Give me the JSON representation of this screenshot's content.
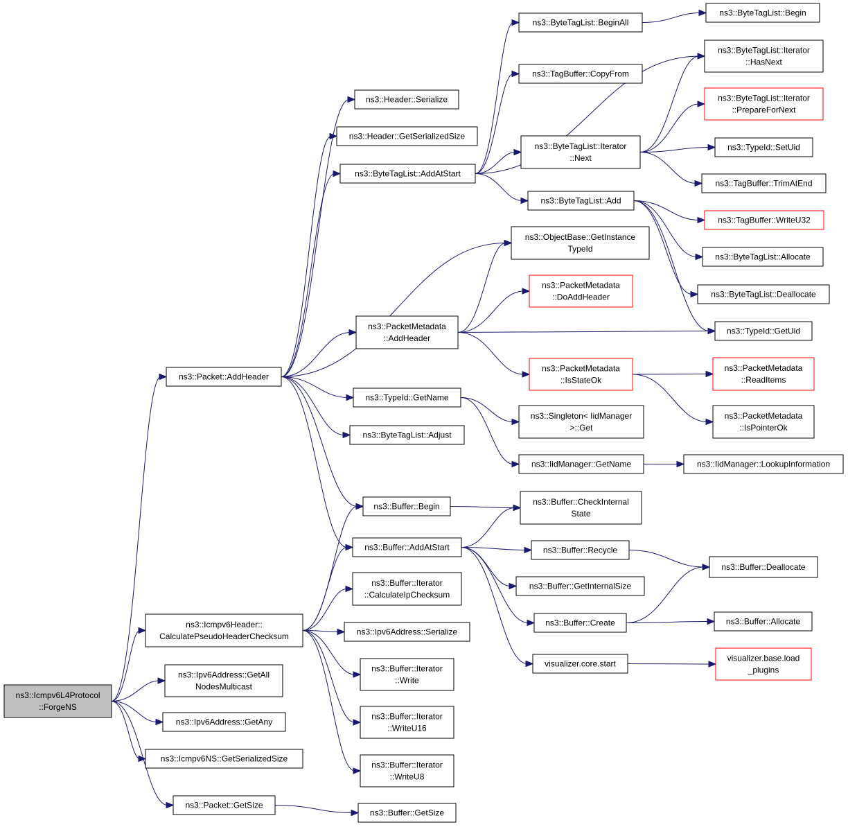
{
  "nodes": [
    {
      "id": "forge",
      "lines": [
        "ns3::Icmpv6L4Protocol",
        "::ForgeNS"
      ],
      "style": "root"
    },
    {
      "id": "addHeader",
      "lines": [
        "ns3::Packet::AddHeader"
      ],
      "style": "normal"
    },
    {
      "id": "calcPseudo",
      "lines": [
        "ns3::Icmpv6Header::",
        "CalculatePseudoHeaderChecksum"
      ],
      "style": "normal"
    },
    {
      "id": "allNodes",
      "lines": [
        "ns3::Ipv6Address::GetAll",
        "NodesMulticast"
      ],
      "style": "normal"
    },
    {
      "id": "getAny",
      "lines": [
        "ns3::Ipv6Address::GetAny"
      ],
      "style": "normal"
    },
    {
      "id": "nsSerSize",
      "lines": [
        "ns3::Icmpv6NS::GetSerializedSize"
      ],
      "style": "normal"
    },
    {
      "id": "pktSize",
      "lines": [
        "ns3::Packet::GetSize"
      ],
      "style": "normal"
    },
    {
      "id": "hdrSerialize",
      "lines": [
        "ns3::Header::Serialize"
      ],
      "style": "normal"
    },
    {
      "id": "hdrSerSize",
      "lines": [
        "ns3::Header::GetSerializedSize"
      ],
      "style": "normal"
    },
    {
      "id": "btlAddAtStart",
      "lines": [
        "ns3::ByteTagList::AddAtStart"
      ],
      "style": "normal"
    },
    {
      "id": "pmAddHeader",
      "lines": [
        "ns3::PacketMetadata",
        "::AddHeader"
      ],
      "style": "normal"
    },
    {
      "id": "tidGetName",
      "lines": [
        "ns3::TypeId::GetName"
      ],
      "style": "normal"
    },
    {
      "id": "btlAdjust",
      "lines": [
        "ns3::ByteTagList::Adjust"
      ],
      "style": "normal"
    },
    {
      "id": "bufBegin",
      "lines": [
        "ns3::Buffer::Begin"
      ],
      "style": "normal"
    },
    {
      "id": "bufAddAtStart",
      "lines": [
        "ns3::Buffer::AddAtStart"
      ],
      "style": "normal"
    },
    {
      "id": "calcIpChk",
      "lines": [
        "ns3::Buffer::Iterator",
        "::CalculateIpChecksum"
      ],
      "style": "normal"
    },
    {
      "id": "ipv6Ser",
      "lines": [
        "ns3::Ipv6Address::Serialize"
      ],
      "style": "normal"
    },
    {
      "id": "itWrite",
      "lines": [
        "ns3::Buffer::Iterator",
        "::Write"
      ],
      "style": "normal"
    },
    {
      "id": "itWriteU16",
      "lines": [
        "ns3::Buffer::Iterator",
        "::WriteU16"
      ],
      "style": "normal"
    },
    {
      "id": "itWriteU8",
      "lines": [
        "ns3::Buffer::Iterator",
        "::WriteU8"
      ],
      "style": "normal"
    },
    {
      "id": "bufGetSize",
      "lines": [
        "ns3::Buffer::GetSize"
      ],
      "style": "normal"
    },
    {
      "id": "btlBeginAll",
      "lines": [
        "ns3::ByteTagList::BeginAll"
      ],
      "style": "normal"
    },
    {
      "id": "tbCopyFrom",
      "lines": [
        "ns3::TagBuffer::CopyFrom"
      ],
      "style": "normal"
    },
    {
      "id": "btlItNext",
      "lines": [
        "ns3::ByteTagList::Iterator",
        "::Next"
      ],
      "style": "normal"
    },
    {
      "id": "btlAdd",
      "lines": [
        "ns3::ByteTagList::Add"
      ],
      "style": "normal"
    },
    {
      "id": "obGetInst",
      "lines": [
        "ns3::ObjectBase::GetInstance",
        "TypeId"
      ],
      "style": "normal"
    },
    {
      "id": "pmDoAdd",
      "lines": [
        "ns3::PacketMetadata",
        "::DoAddHeader"
      ],
      "style": "red"
    },
    {
      "id": "pmIsStateOk",
      "lines": [
        "ns3::PacketMetadata",
        "::IsStateOk"
      ],
      "style": "red"
    },
    {
      "id": "singletonGet",
      "lines": [
        "ns3::Singleton< IidManager",
        " >::Get"
      ],
      "style": "normal"
    },
    {
      "id": "iidGetName",
      "lines": [
        "ns3::IidManager::GetName"
      ],
      "style": "normal"
    },
    {
      "id": "bufCheckInt",
      "lines": [
        "ns3::Buffer::CheckInternal",
        "State"
      ],
      "style": "normal"
    },
    {
      "id": "bufRecycle",
      "lines": [
        "ns3::Buffer::Recycle"
      ],
      "style": "normal"
    },
    {
      "id": "bufGetInt",
      "lines": [
        "ns3::Buffer::GetInternalSize"
      ],
      "style": "normal"
    },
    {
      "id": "bufCreate",
      "lines": [
        "ns3::Buffer::Create"
      ],
      "style": "normal"
    },
    {
      "id": "vizStart",
      "lines": [
        "visualizer.core.start"
      ],
      "style": "normal"
    },
    {
      "id": "btlBegin",
      "lines": [
        "ns3::ByteTagList::Begin"
      ],
      "style": "normal"
    },
    {
      "id": "btlItHasNext",
      "lines": [
        "ns3::ByteTagList::Iterator",
        "::HasNext"
      ],
      "style": "normal"
    },
    {
      "id": "btlItPrep",
      "lines": [
        "ns3::ByteTagList::Iterator",
        "::PrepareForNext"
      ],
      "style": "red"
    },
    {
      "id": "tidSetUid",
      "lines": [
        "ns3::TypeId::SetUid"
      ],
      "style": "normal"
    },
    {
      "id": "tbTrim",
      "lines": [
        "ns3::TagBuffer::TrimAtEnd"
      ],
      "style": "normal"
    },
    {
      "id": "tbWriteU32",
      "lines": [
        "ns3::TagBuffer::WriteU32"
      ],
      "style": "red"
    },
    {
      "id": "btlAllocate",
      "lines": [
        "ns3::ByteTagList::Allocate"
      ],
      "style": "normal"
    },
    {
      "id": "btlDealloc",
      "lines": [
        "ns3::ByteTagList::Deallocate"
      ],
      "style": "normal"
    },
    {
      "id": "tidGetUid",
      "lines": [
        "ns3::TypeId::GetUid"
      ],
      "style": "normal"
    },
    {
      "id": "pmReadItems",
      "lines": [
        "ns3::PacketMetadata",
        "::ReadItems"
      ],
      "style": "red"
    },
    {
      "id": "pmIsPtrOk",
      "lines": [
        "ns3::PacketMetadata",
        "::IsPointerOk"
      ],
      "style": "normal"
    },
    {
      "id": "iidLookup",
      "lines": [
        "ns3::IidManager::LookupInformation"
      ],
      "style": "normal"
    },
    {
      "id": "bufDealloc",
      "lines": [
        "ns3::Buffer::Deallocate"
      ],
      "style": "normal"
    },
    {
      "id": "bufAllocate",
      "lines": [
        "ns3::Buffer::Allocate"
      ],
      "style": "normal"
    },
    {
      "id": "vizLoad",
      "lines": [
        "visualizer.base.load",
        "_plugins"
      ],
      "style": "red"
    }
  ],
  "edges": [
    [
      "forge",
      "addHeader"
    ],
    [
      "forge",
      "calcPseudo"
    ],
    [
      "forge",
      "allNodes"
    ],
    [
      "forge",
      "getAny"
    ],
    [
      "forge",
      "nsSerSize"
    ],
    [
      "forge",
      "pktSize"
    ],
    [
      "addHeader",
      "hdrSerialize"
    ],
    [
      "addHeader",
      "hdrSerSize"
    ],
    [
      "addHeader",
      "btlAddAtStart"
    ],
    [
      "addHeader",
      "obGetInst"
    ],
    [
      "addHeader",
      "pmAddHeader"
    ],
    [
      "addHeader",
      "tidGetName"
    ],
    [
      "addHeader",
      "btlAdjust"
    ],
    [
      "addHeader",
      "bufBegin"
    ],
    [
      "addHeader",
      "bufAddAtStart"
    ],
    [
      "calcPseudo",
      "bufBegin"
    ],
    [
      "calcPseudo",
      "bufAddAtStart"
    ],
    [
      "calcPseudo",
      "calcIpChk"
    ],
    [
      "calcPseudo",
      "ipv6Ser"
    ],
    [
      "calcPseudo",
      "itWrite"
    ],
    [
      "calcPseudo",
      "itWriteU16"
    ],
    [
      "calcPseudo",
      "itWriteU8"
    ],
    [
      "pktSize",
      "bufGetSize"
    ],
    [
      "btlAddAtStart",
      "btlBeginAll"
    ],
    [
      "btlAddAtStart",
      "tbCopyFrom"
    ],
    [
      "btlAddAtStart",
      "btlItHasNext"
    ],
    [
      "btlAddAtStart",
      "btlItNext"
    ],
    [
      "btlAddAtStart",
      "btlAdd"
    ],
    [
      "btlBeginAll",
      "btlBegin"
    ],
    [
      "btlItNext",
      "btlItHasNext"
    ],
    [
      "btlItNext",
      "btlItPrep"
    ],
    [
      "btlItNext",
      "tidSetUid"
    ],
    [
      "btlItNext",
      "tbTrim"
    ],
    [
      "btlAdd",
      "tbWriteU32"
    ],
    [
      "btlAdd",
      "btlAllocate"
    ],
    [
      "btlAdd",
      "btlDealloc"
    ],
    [
      "btlAdd",
      "tidGetUid"
    ],
    [
      "pmAddHeader",
      "obGetInst"
    ],
    [
      "pmAddHeader",
      "pmDoAdd"
    ],
    [
      "pmAddHeader",
      "tidGetUid"
    ],
    [
      "pmAddHeader",
      "pmIsStateOk"
    ],
    [
      "pmIsStateOk",
      "pmReadItems"
    ],
    [
      "pmIsStateOk",
      "pmIsPtrOk"
    ],
    [
      "tidGetName",
      "singletonGet"
    ],
    [
      "tidGetName",
      "iidGetName"
    ],
    [
      "iidGetName",
      "iidLookup"
    ],
    [
      "bufBegin",
      "bufCheckInt"
    ],
    [
      "bufAddAtStart",
      "bufCheckInt"
    ],
    [
      "bufAddAtStart",
      "bufRecycle"
    ],
    [
      "bufAddAtStart",
      "bufGetInt"
    ],
    [
      "bufAddAtStart",
      "bufCreate"
    ],
    [
      "bufAddAtStart",
      "vizStart"
    ],
    [
      "bufRecycle",
      "bufDealloc"
    ],
    [
      "bufCreate",
      "bufDealloc"
    ],
    [
      "bufCreate",
      "bufAllocate"
    ],
    [
      "vizStart",
      "vizLoad"
    ]
  ]
}
